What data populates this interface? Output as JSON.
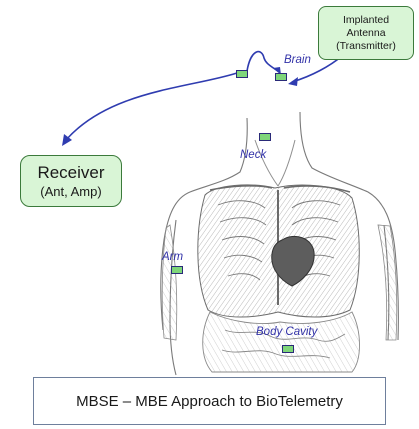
{
  "antenna": {
    "line1": "Implanted",
    "line2": "Antenna",
    "line3": "(Transmitter)"
  },
  "receiver": {
    "title": "Receiver",
    "subtitle": "(Ant, Amp)"
  },
  "sites": {
    "brain": "Brain",
    "neck": "Neck",
    "arm": "Arm",
    "body_cavity": "Body Cavity"
  },
  "caption": "MBSE – MBE Approach to BioTelemetry",
  "colors": {
    "callout_fill": "#d9f5d6",
    "callout_border": "#3b7a3b",
    "arrow": "#2f3cb0",
    "sensor_fill": "#7fd67a",
    "label_text": "#3232a8"
  },
  "figure": "anatomical-sketch-of-human-torso"
}
